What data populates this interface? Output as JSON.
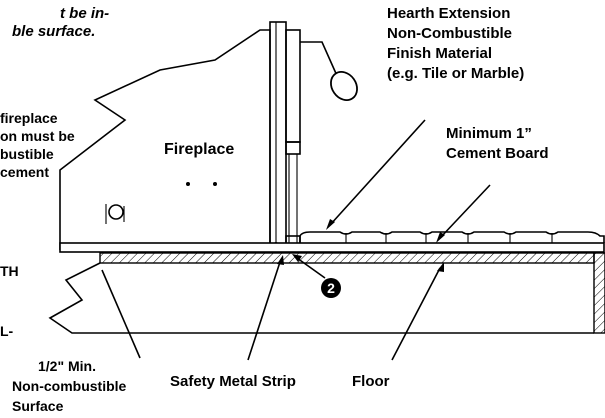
{
  "notes": {
    "top_left_line1": "t be in-",
    "top_left_line2": "ble surface.",
    "left_line1": "fireplace",
    "left_line2": "on must be",
    "left_line3": "bustible",
    "left_line4": "cement",
    "left_cut1": "TH",
    "left_cut2": "L-"
  },
  "labels": {
    "fireplace": "Fireplace",
    "hearth_line1": "Hearth Extension",
    "hearth_line2": "Non-Combustible",
    "hearth_line3": "Finish Material",
    "hearth_line4": "(e.g. Tile or Marble)",
    "cement_line1": "Minimum 1”",
    "cement_line2": "Cement Board",
    "surface_line1": "1/2\" Min.",
    "surface_line2": "Non-combustible",
    "surface_line3": "Surface",
    "strip": "Safety Metal Strip",
    "floor": "Floor",
    "callout": "2"
  }
}
